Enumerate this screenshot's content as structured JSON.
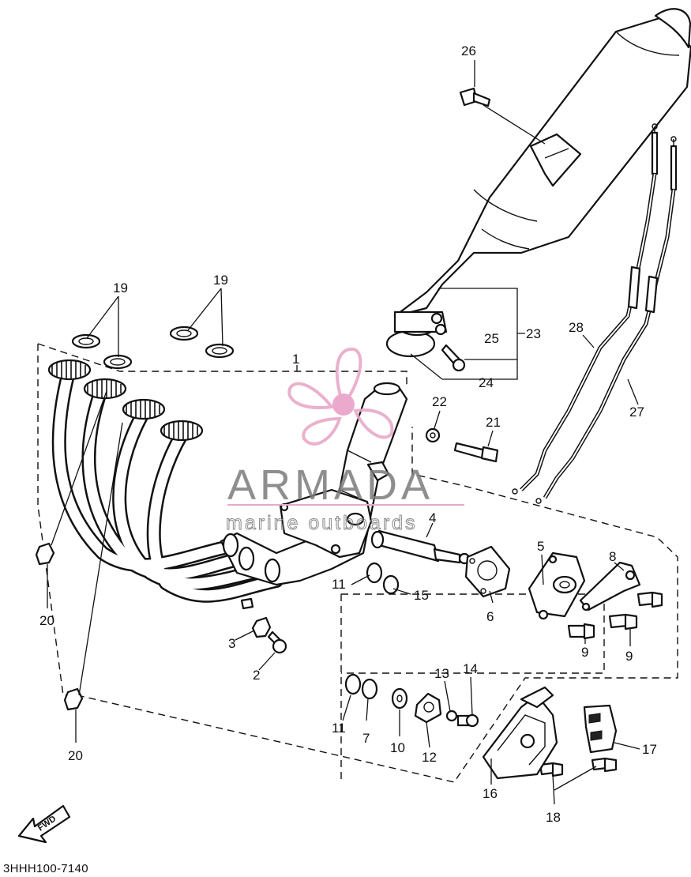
{
  "diagram": {
    "callouts": [
      {
        "id": "c1",
        "label": "1"
      },
      {
        "id": "c2",
        "label": "2"
      },
      {
        "id": "c3",
        "label": "3"
      },
      {
        "id": "c4",
        "label": "4"
      },
      {
        "id": "c5",
        "label": "5"
      },
      {
        "id": "c6",
        "label": "6"
      },
      {
        "id": "c7",
        "label": "7"
      },
      {
        "id": "c8",
        "label": "8"
      },
      {
        "id": "c9a",
        "label": "9"
      },
      {
        "id": "c9b",
        "label": "9"
      },
      {
        "id": "c10",
        "label": "10"
      },
      {
        "id": "c11a",
        "label": "11"
      },
      {
        "id": "c11b",
        "label": "11"
      },
      {
        "id": "c12",
        "label": "12"
      },
      {
        "id": "c13",
        "label": "13"
      },
      {
        "id": "c14",
        "label": "14"
      },
      {
        "id": "c15",
        "label": "15"
      },
      {
        "id": "c16",
        "label": "16"
      },
      {
        "id": "c17",
        "label": "17"
      },
      {
        "id": "c18",
        "label": "18"
      },
      {
        "id": "c19a",
        "label": "19"
      },
      {
        "id": "c19b",
        "label": "19"
      },
      {
        "id": "c20a",
        "label": "20"
      },
      {
        "id": "c20b",
        "label": "20"
      },
      {
        "id": "c21",
        "label": "21"
      },
      {
        "id": "c22",
        "label": "22"
      },
      {
        "id": "c23",
        "label": "23"
      },
      {
        "id": "c24",
        "label": "24"
      },
      {
        "id": "c25",
        "label": "25"
      },
      {
        "id": "c26",
        "label": "26"
      },
      {
        "id": "c27",
        "label": "27"
      },
      {
        "id": "c28",
        "label": "28"
      }
    ],
    "diagram_code": "3HHH100-7140",
    "fwd_label": "FWD"
  },
  "watermark": {
    "brand": "ARMADA",
    "tagline": "marine outboards",
    "colors": {
      "propeller": "#e8a9c8",
      "hub": "#e9a0c8",
      "text": "#7a7a7a"
    }
  },
  "colors": {
    "ink": "#111111",
    "background": "#ffffff"
  }
}
